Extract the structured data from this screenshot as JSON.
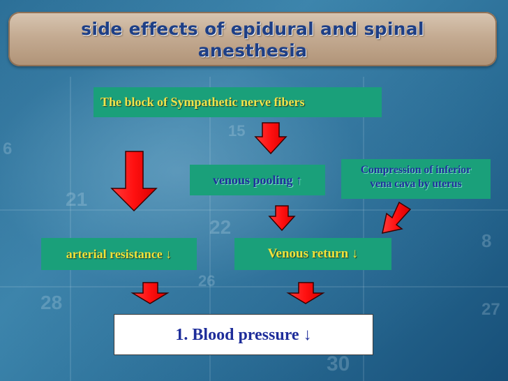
{
  "title": "side effects of epidural and spinal\nanesthesia",
  "nodes": {
    "sympathetic": "The block of Sympathetic nerve fibers",
    "venous_pooling": "venous pooling ↑",
    "compression": "Compression of inferior\nvena cava by uterus",
    "arterial_resistance": "arterial resistance ↓",
    "venous_return": "Venous return ↓",
    "blood_pressure": "1. Blood pressure ↓"
  },
  "background_numbers": [
    "15",
    "21",
    "22",
    "28",
    "6",
    "8",
    "30",
    "26",
    "27"
  ],
  "colors": {
    "box_green": "#1aa07a",
    "arrow_red": "#ff1a1a",
    "title_text": "#1e3f86",
    "yellow_text": "#f0e23a",
    "blue_text": "#1e2d9a"
  }
}
